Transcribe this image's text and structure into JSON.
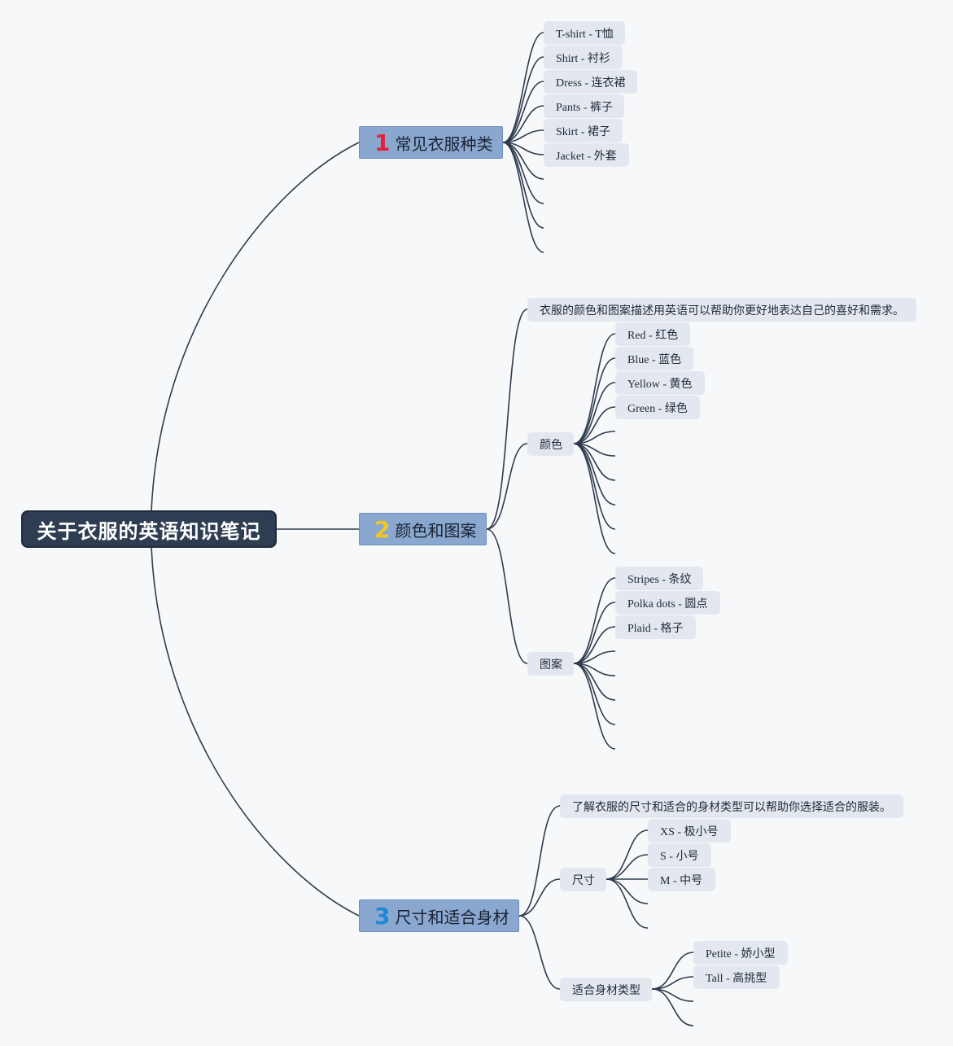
{
  "root": {
    "title": "关于衣服的英语知识笔记"
  },
  "branches": [
    {
      "number": "1",
      "number_color": "#e0213c",
      "title": "常见衣服种类",
      "items": [
        "T-shirt - T恤",
        "Shirt - 衬衫",
        "Dress - 连衣裙",
        "Pants - 裤子",
        "Skirt - 裙子",
        "Jacket - 外套"
      ]
    },
    {
      "number": "2",
      "number_color": "#f3c623",
      "title": "颜色和图案",
      "note": "衣服的颜色和图案描述用英语可以帮助你更好地表达自己的喜好和需求。",
      "groups": [
        {
          "title": "颜色",
          "items": [
            "Red - 红色",
            "Blue - 蓝色",
            "Yellow - 黄色",
            "Green - 绿色"
          ]
        },
        {
          "title": "图案",
          "items": [
            "Stripes - 条纹",
            "Polka dots - 圆点",
            "Plaid - 格子"
          ]
        }
      ]
    },
    {
      "number": "3",
      "number_color": "#1e88d8",
      "title": "尺寸和适合身材",
      "note": "了解衣服的尺寸和适合的身材类型可以帮助你选择适合的服装。",
      "groups": [
        {
          "title": "尺寸",
          "items": [
            "XS - 极小号",
            "S - 小号",
            "M - 中号"
          ]
        },
        {
          "title": "适合身材类型",
          "items": [
            "Petite - 娇小型",
            "Tall - 高挑型"
          ]
        }
      ]
    }
  ],
  "colors": {
    "line": "#2f3c4e",
    "root_bg": "#2e3d52",
    "main_bg": "#8aa8cf",
    "node_bg": "#e3e8f0",
    "canvas_bg": "#f7f8fa"
  }
}
